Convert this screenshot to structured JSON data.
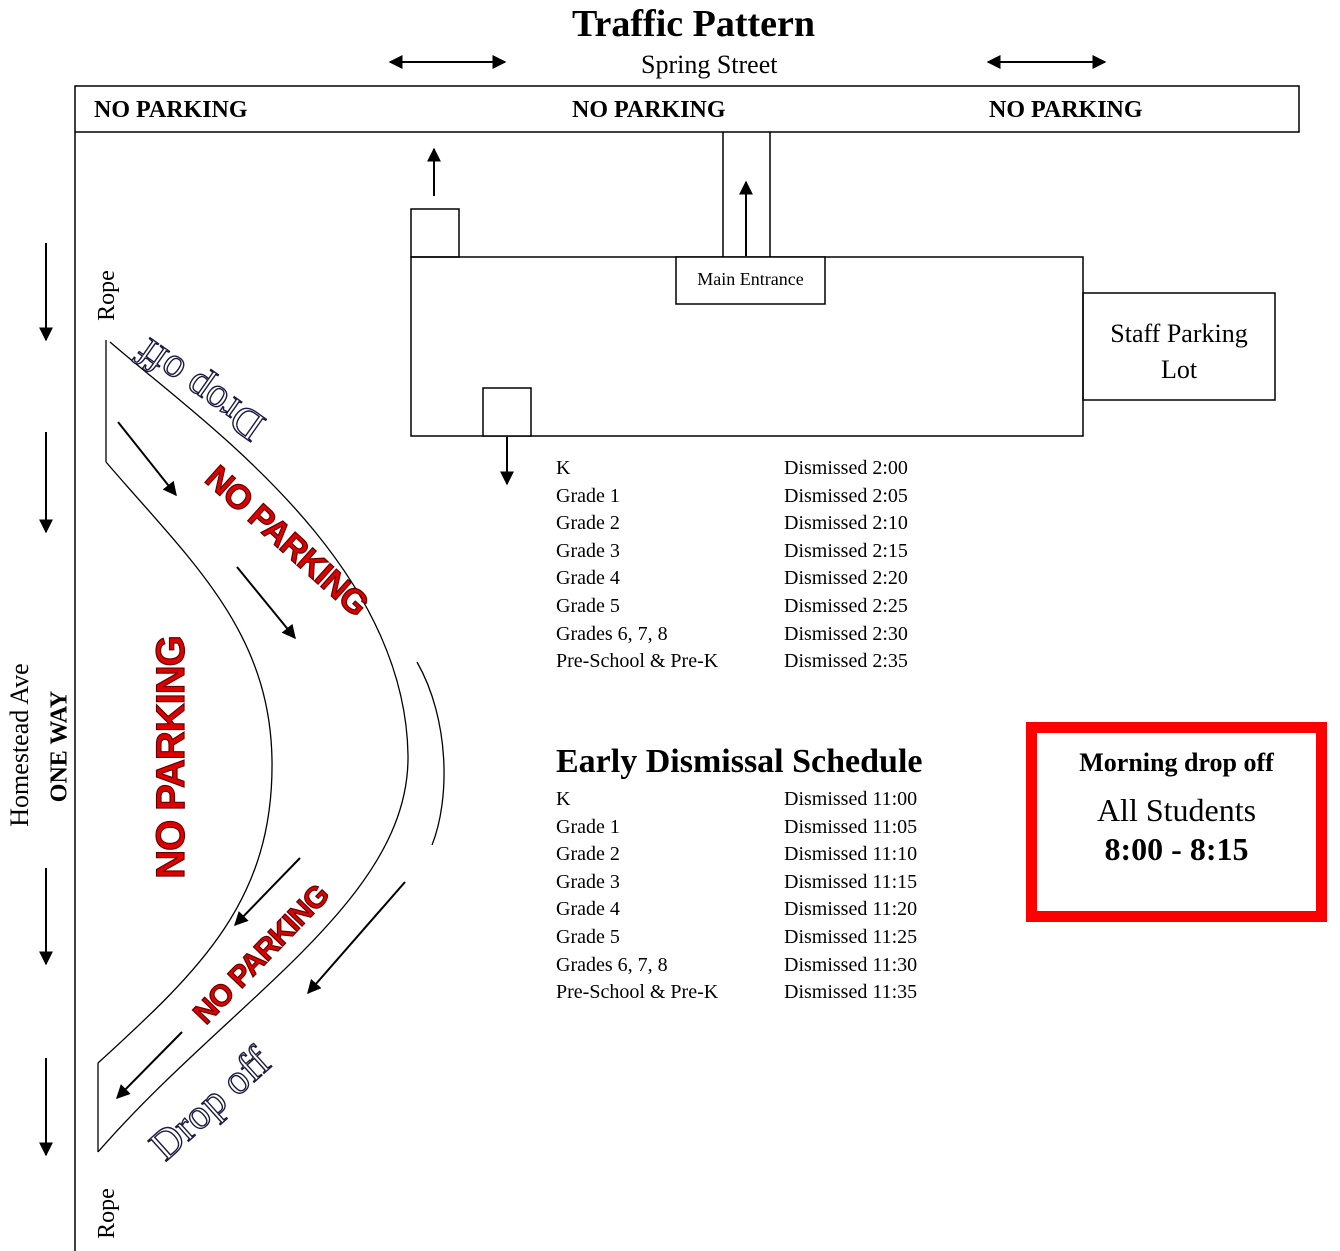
{
  "title": "Traffic Pattern",
  "street_top": "Spring Street",
  "street_left": "Homestead Ave",
  "one_way": "ONE WAY",
  "no_parking_top": [
    "NO PARKING",
    "NO PARKING",
    "NO PARKING"
  ],
  "no_parking_red": "NO PARKING",
  "rope": "Rope",
  "drop_off": "Drop off",
  "main_entrance": "Main Entrance",
  "staff_parking": [
    "Staff Parking",
    "Lot"
  ],
  "regular_schedule": [
    {
      "grade": "K",
      "time": "Dismissed 2:00"
    },
    {
      "grade": "Grade 1",
      "time": "Dismissed 2:05"
    },
    {
      "grade": "Grade 2",
      "time": "Dismissed 2:10"
    },
    {
      "grade": "Grade 3",
      "time": "Dismissed 2:15"
    },
    {
      "grade": "Grade 4",
      "time": "Dismissed 2:20"
    },
    {
      "grade": "Grade 5",
      "time": "Dismissed 2:25"
    },
    {
      "grade": "Grades 6, 7, 8",
      "time": "Dismissed 2:30"
    },
    {
      "grade": "Pre-School & Pre-K",
      "time": "Dismissed 2:35"
    }
  ],
  "early_title": "Early Dismissal Schedule",
  "early_schedule": [
    {
      "grade": "K",
      "time": "Dismissed 11:00"
    },
    {
      "grade": "Grade 1",
      "time": "Dismissed 11:05"
    },
    {
      "grade": "Grade 2",
      "time": "Dismissed 11:10"
    },
    {
      "grade": "Grade 3",
      "time": "Dismissed 11:15"
    },
    {
      "grade": "Grade 4",
      "time": "Dismissed 11:20"
    },
    {
      "grade": "Grade 5",
      "time": "Dismissed 11:25"
    },
    {
      "grade": "Grades 6, 7, 8",
      "time": "Dismissed 11:30"
    },
    {
      "grade": "Pre-School & Pre-K",
      "time": "Dismissed 11:35"
    }
  ],
  "morning": {
    "heading": "Morning drop off",
    "who": "All Students",
    "time": "8:00 - 8:15"
  },
  "colors": {
    "no_parking_red": "#e00000",
    "morning_border": "#ff0000",
    "drop_off_outline": "#1a1a40"
  }
}
